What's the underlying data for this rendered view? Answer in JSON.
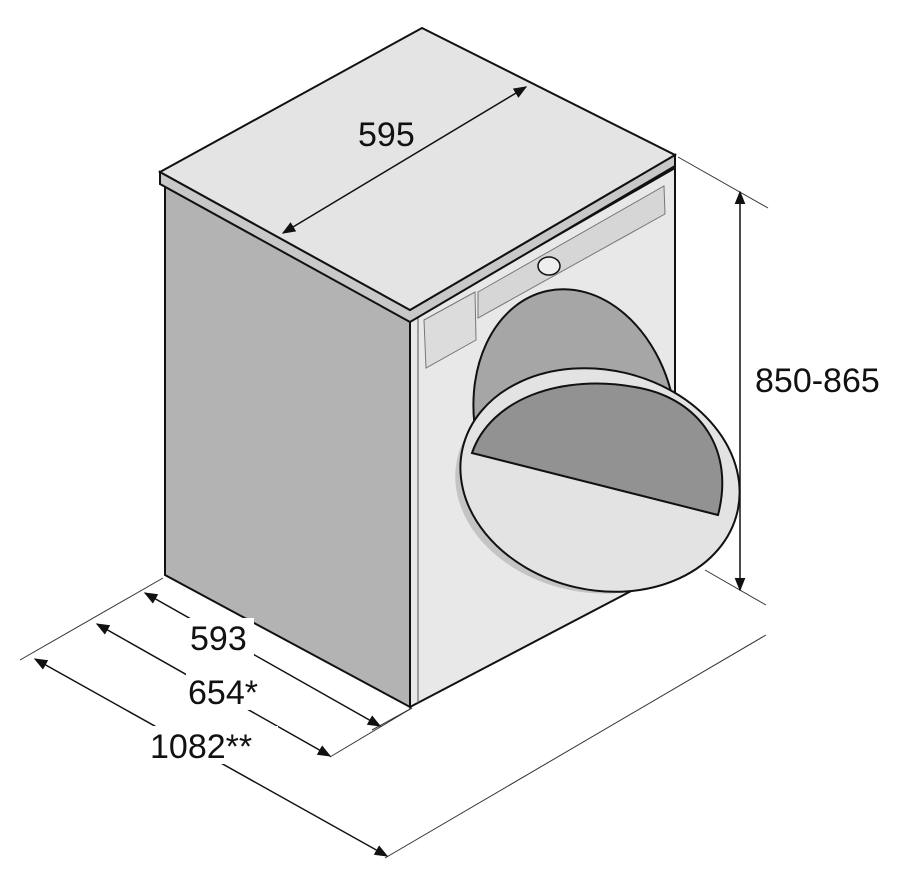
{
  "dimensions": {
    "width": "595",
    "height": "850-865",
    "depth": "593",
    "depth_with_door": "654*",
    "depth_door_open": "1082**"
  },
  "colors": {
    "top": "#e4e4e4",
    "side": "#b3b3b3",
    "front": "#e8e8e8",
    "drum": "#a6a6a6",
    "door_glass": "#929292",
    "line": "#111111"
  }
}
